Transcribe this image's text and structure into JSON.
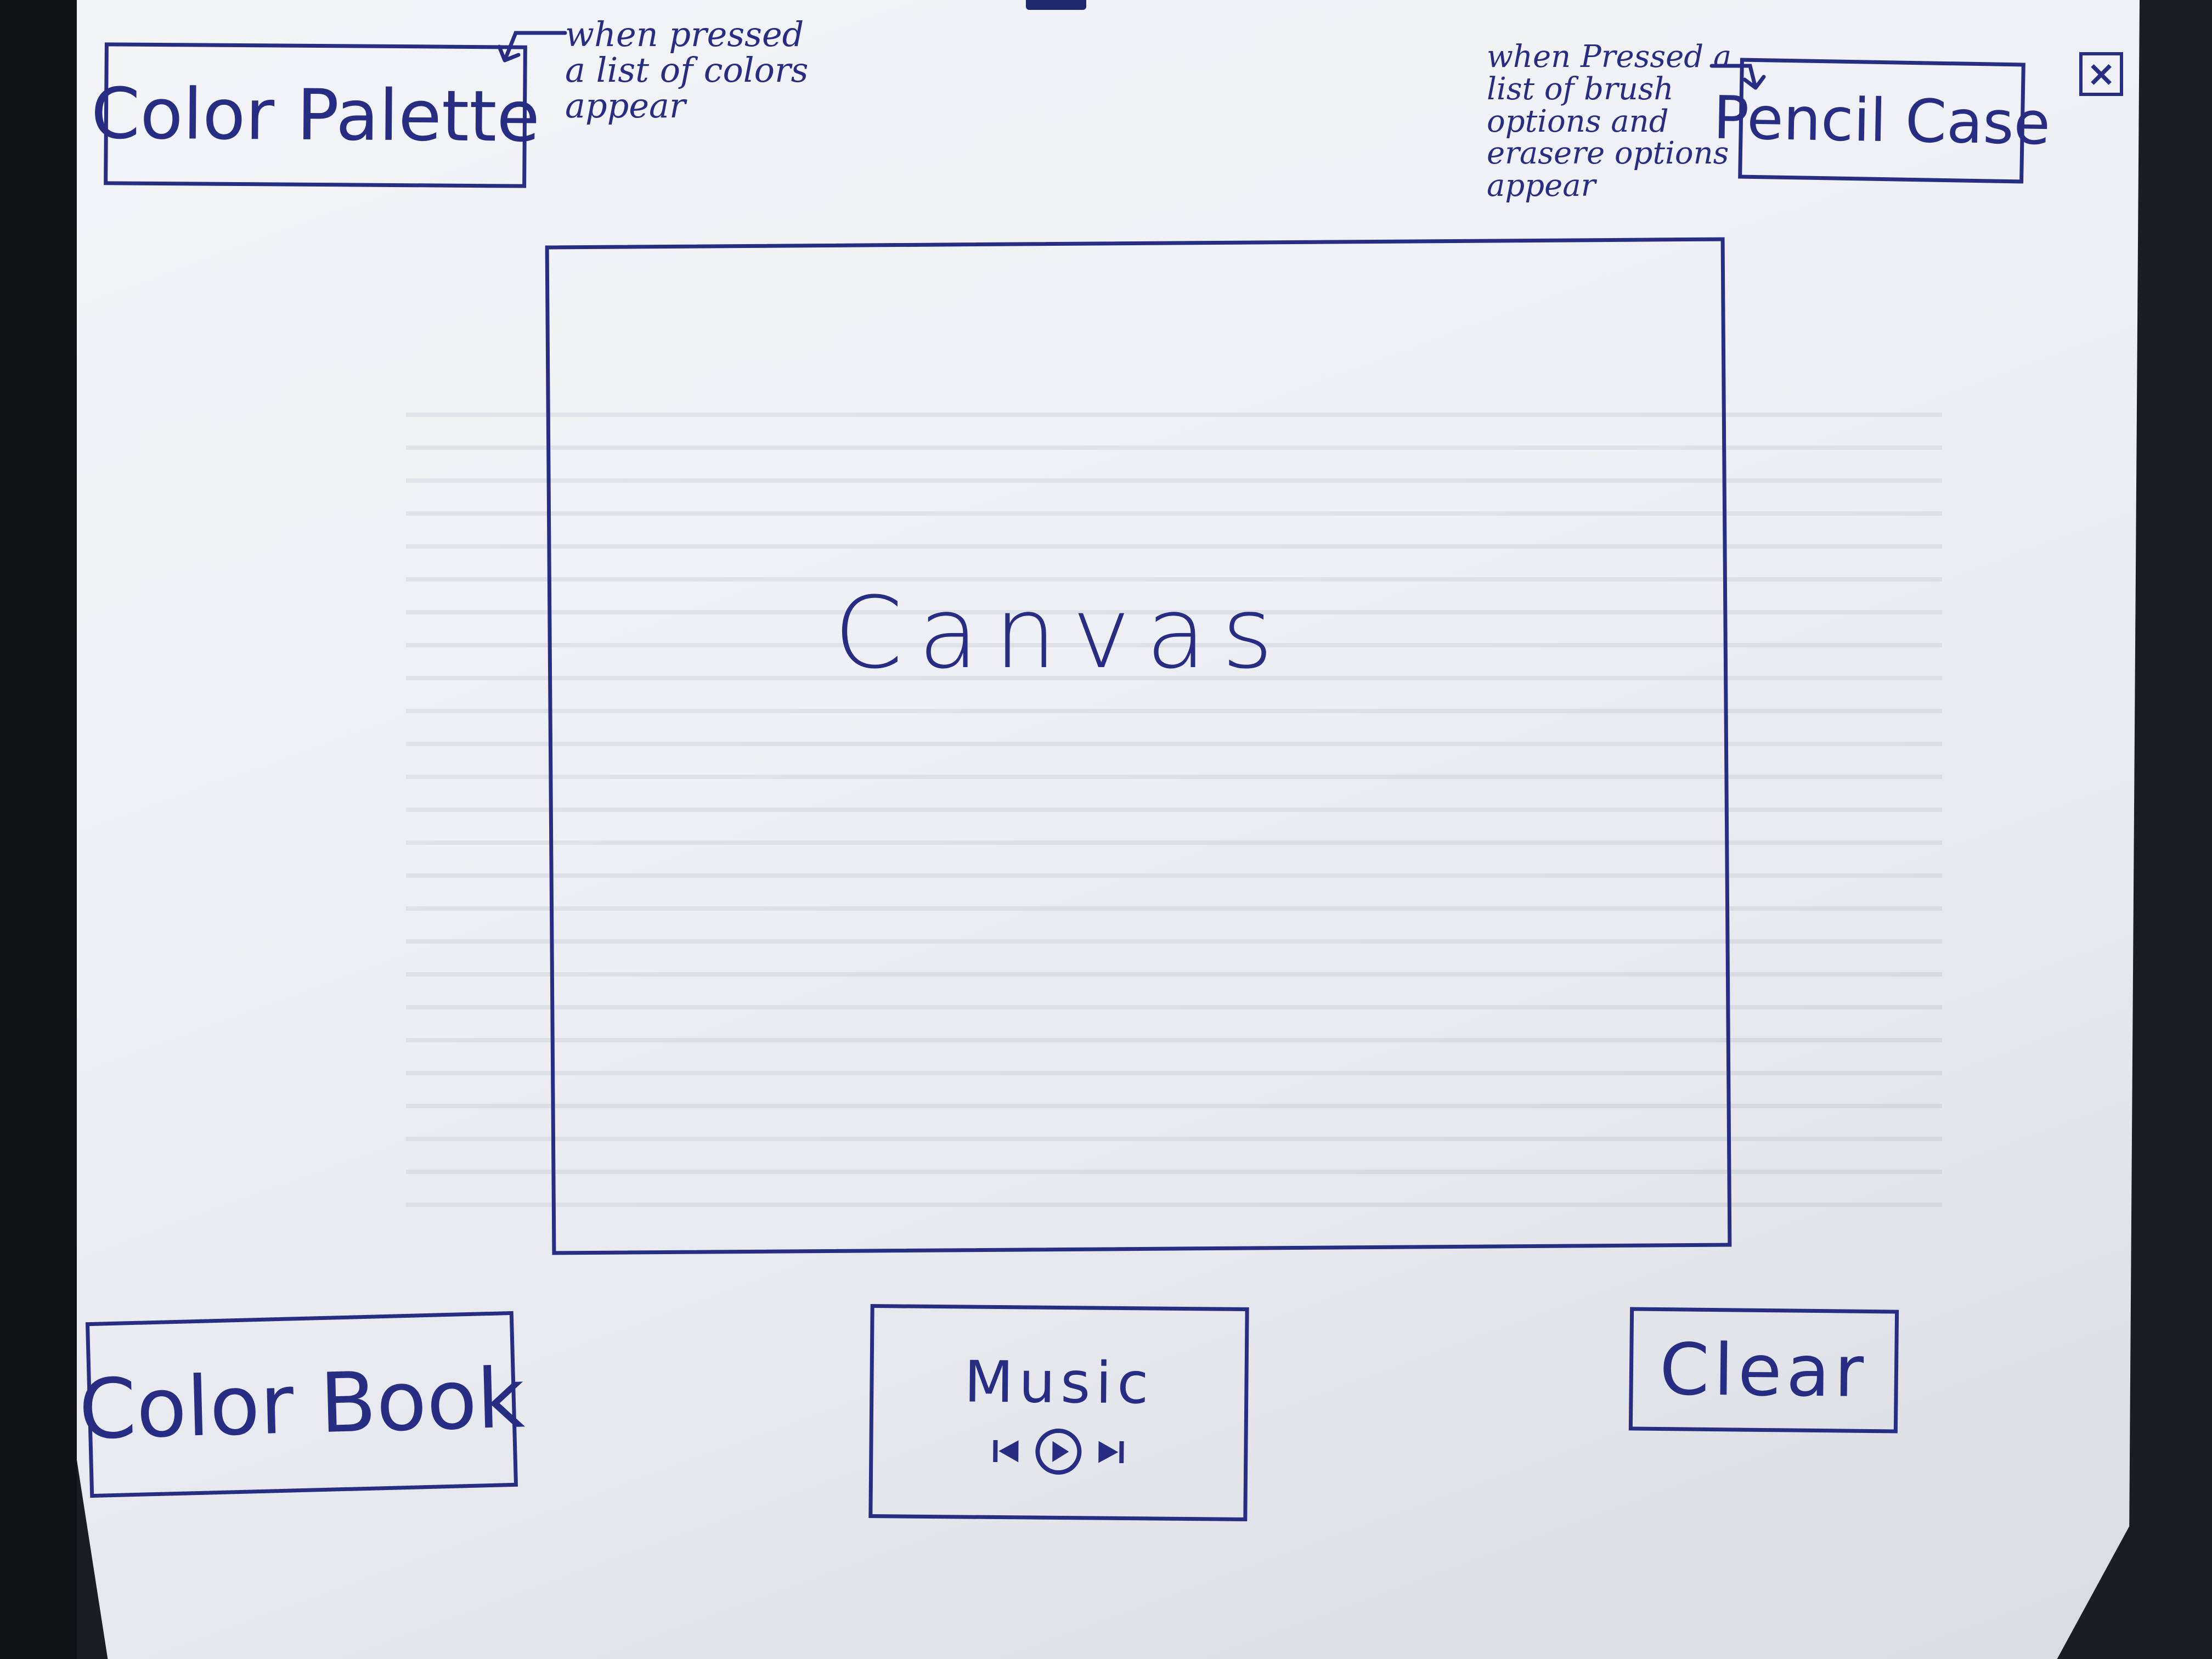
{
  "color_palette": {
    "button_label": "Color Palette",
    "note": "when pressed a list of colors appear"
  },
  "pencil_case": {
    "button_label": "Pencil Case",
    "note": "when Pressed a list of brush options and erasere options appear"
  },
  "close": {
    "label": "×"
  },
  "canvas": {
    "label": "Canvas"
  },
  "color_book": {
    "button_label": "Color Book"
  },
  "music": {
    "title": "Music"
  },
  "clear": {
    "button_label": "Clear"
  },
  "colors": {
    "ink": "#262d82",
    "paper": "#eef0f5"
  },
  "icons": {
    "prev": "skip-previous-icon",
    "play": "play-circle-icon",
    "next": "skip-next-icon",
    "close": "close-icon"
  }
}
